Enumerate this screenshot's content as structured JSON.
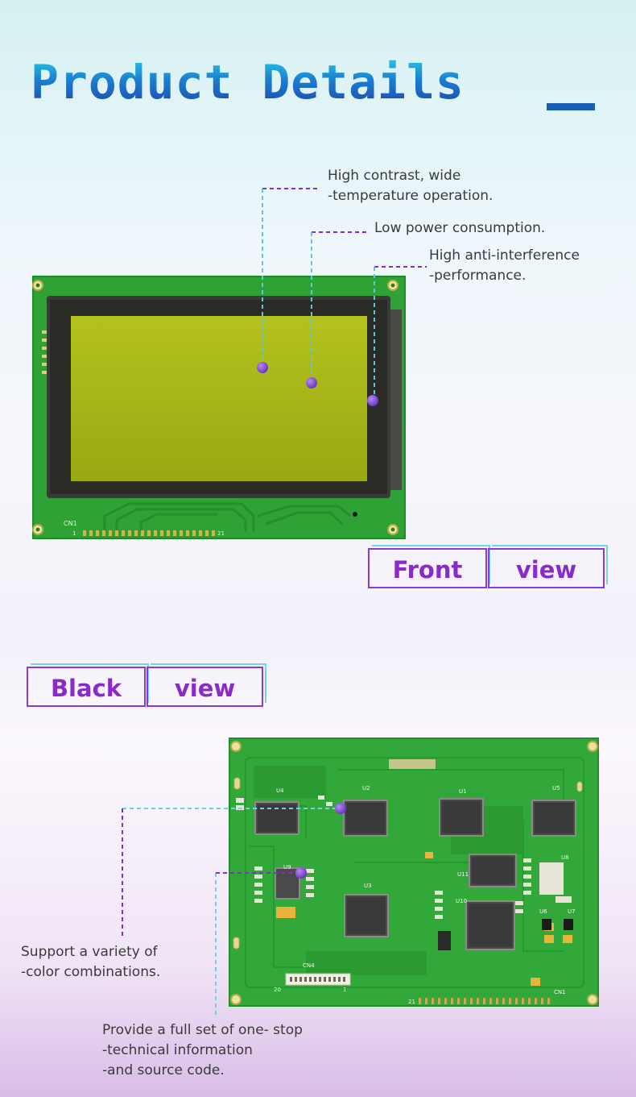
{
  "header": {
    "title": "Product Details"
  },
  "front": {
    "callouts": [
      "High contrast, wide\n-temperature operation.",
      "Low power consumption.",
      "High anti-interference\n-performance."
    ],
    "pcb": {
      "connector_label": "CN1",
      "pin_start": "1",
      "pin_end": "21"
    },
    "view_label": {
      "word1": "Front",
      "word2": "view"
    }
  },
  "back": {
    "view_label": {
      "word1": "Black",
      "word2": "view"
    },
    "callouts": [
      "Support a variety of\n-color combinations.",
      "Provide a full set of one- stop\n-technical information\n-and source code."
    ],
    "pcb": {
      "chips": [
        "U4",
        "U2",
        "U1",
        "U5",
        "U9",
        "U3",
        "U11",
        "U10",
        "U8",
        "U6",
        "U7"
      ],
      "connector_label": "CN1",
      "pin_start": "21",
      "flex_label": "CN4",
      "flex_pin_start": "20",
      "flex_pin_end": "1"
    }
  },
  "colors": {
    "accent_purple": "#8a2bc9",
    "accent_cyan": "#73d6e0",
    "pcb_green": "#2fa236",
    "lcd_yellow_green": "#a4b418",
    "title_blue": "#1b7fd2"
  }
}
